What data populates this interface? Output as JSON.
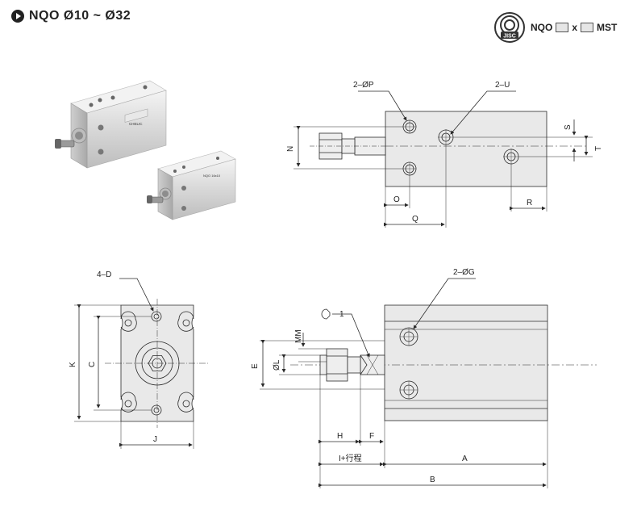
{
  "header": {
    "title": "NQO Ø10 ~ Ø32"
  },
  "order_code": {
    "logo_text": "JISC",
    "part1": "NQO",
    "sep": "x",
    "part2": "MST"
  },
  "photo": {
    "label_top": "CHELIC",
    "label_small": "NQO 16x10"
  },
  "top_view": {
    "label_holes_p": "2–ØP",
    "label_holes_u": "2–U",
    "dim_n": "N",
    "dim_s": "S",
    "dim_t": "T",
    "dim_o": "O",
    "dim_q": "Q",
    "dim_r": "R"
  },
  "end_view": {
    "label_holes_d": "4–D",
    "dim_k": "K",
    "dim_c": "C",
    "dim_j": "J"
  },
  "side_view": {
    "label_holes_g": "2–ØG",
    "label_wrench": "1",
    "dim_mm": "MM",
    "dim_e": "E",
    "dim_l": "ØL",
    "dim_h": "H",
    "dim_f": "F",
    "dim_i": "I+行程",
    "dim_a": "A",
    "dim_b": "B"
  },
  "colors": {
    "body_fill": "#e9e9e9",
    "line": "#2a2a2a"
  }
}
